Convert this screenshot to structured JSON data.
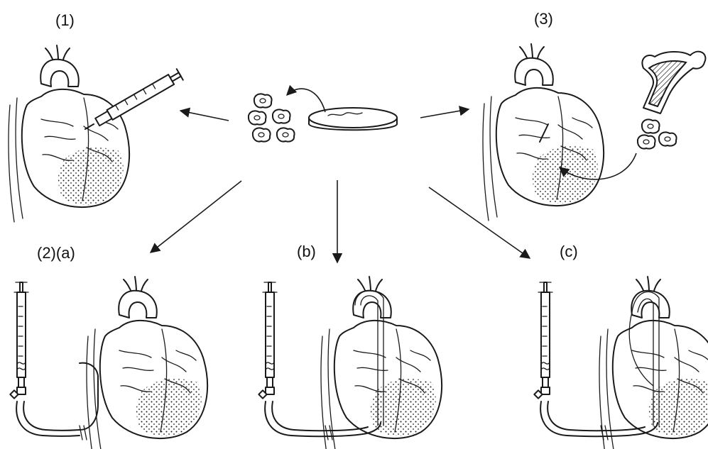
{
  "labels": {
    "panel1": "(1)",
    "panel2a": "(2)(a)",
    "panel2b": "(b)",
    "panel2c": "(c)",
    "panel3": "(3)"
  }
}
